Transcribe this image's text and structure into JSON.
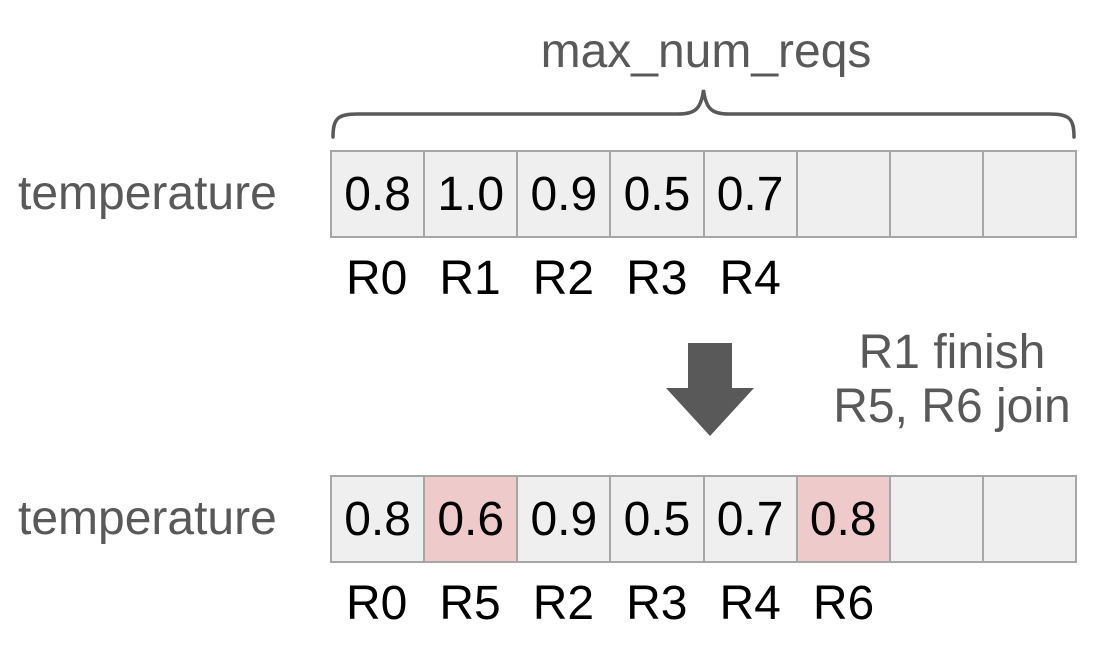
{
  "diagram": {
    "brace_label": "max_num_reqs",
    "row_label": "temperature",
    "transition": {
      "line1": "R1 finish",
      "line2": "R5, R6 join"
    },
    "arrays": {
      "before": {
        "cells": [
          {
            "value": "0.8",
            "req": "R0",
            "highlight": false
          },
          {
            "value": "1.0",
            "req": "R1",
            "highlight": false
          },
          {
            "value": "0.9",
            "req": "R2",
            "highlight": false
          },
          {
            "value": "0.5",
            "req": "R3",
            "highlight": false
          },
          {
            "value": "0.7",
            "req": "R4",
            "highlight": false
          },
          {
            "value": "",
            "req": "",
            "highlight": false
          },
          {
            "value": "",
            "req": "",
            "highlight": false
          },
          {
            "value": "",
            "req": "",
            "highlight": false
          }
        ]
      },
      "after": {
        "cells": [
          {
            "value": "0.8",
            "req": "R0",
            "highlight": false
          },
          {
            "value": "0.6",
            "req": "R5",
            "highlight": true
          },
          {
            "value": "0.9",
            "req": "R2",
            "highlight": false
          },
          {
            "value": "0.5",
            "req": "R3",
            "highlight": false
          },
          {
            "value": "0.7",
            "req": "R4",
            "highlight": false
          },
          {
            "value": "0.8",
            "req": "R6",
            "highlight": true
          },
          {
            "value": "",
            "req": "",
            "highlight": false
          },
          {
            "value": "",
            "req": "",
            "highlight": false
          }
        ]
      }
    },
    "colors": {
      "accent_text": "#595959",
      "value_text": "#000000",
      "cell_bg": "#efefef",
      "cell_highlight_bg": "#eecaca",
      "cell_border": "#a6a6a6"
    }
  }
}
